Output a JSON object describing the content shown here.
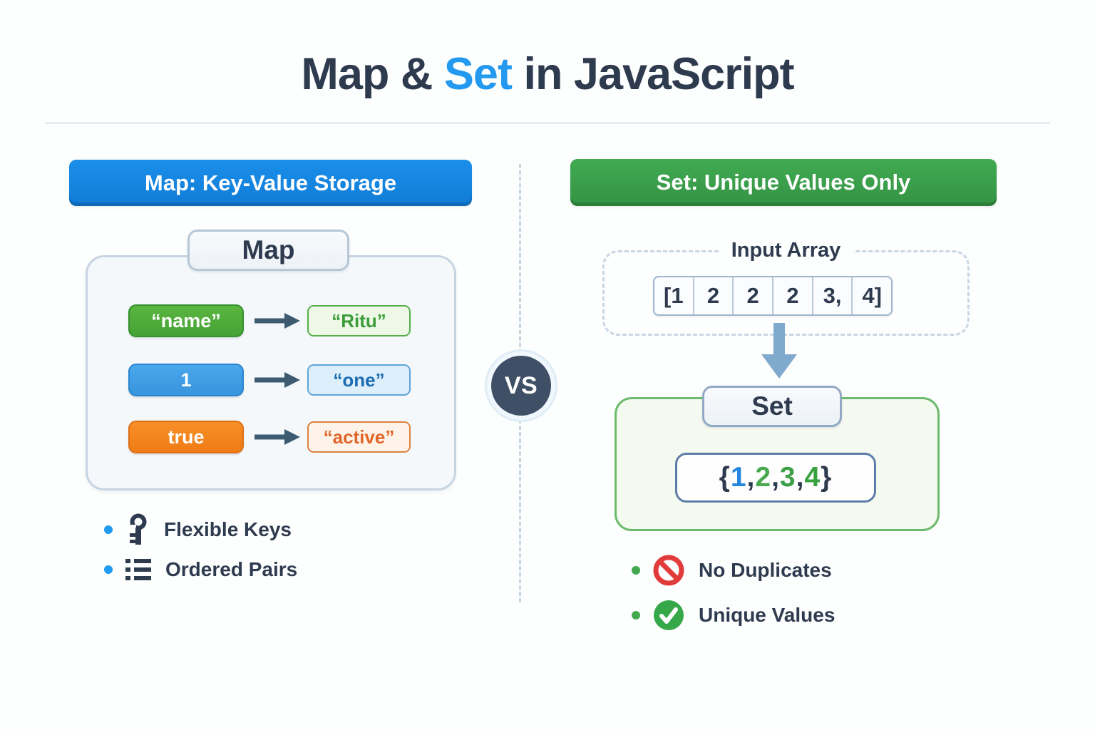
{
  "title": {
    "part1": "Map & ",
    "part2": "Set",
    "part3": " in JavaScript"
  },
  "left": {
    "header": "Map: Key-Value Storage",
    "card_label": "Map",
    "rows": [
      {
        "key": "“name”",
        "value": "“Ritu”"
      },
      {
        "key": "1",
        "value": "“one”"
      },
      {
        "key": "true",
        "value": "“active”"
      }
    ],
    "bullets": [
      {
        "icon": "key-icon",
        "label": "Flexible Keys"
      },
      {
        "icon": "list-icon",
        "label": "Ordered Pairs"
      }
    ]
  },
  "center": {
    "vs_label": "VS"
  },
  "right": {
    "header": "Set: Unique Values Only",
    "input_label": "Input Array",
    "array_cells": [
      "[1",
      "2",
      "2",
      "2",
      "3,",
      "4]"
    ],
    "card_label": "Set",
    "set_tokens": [
      {
        "text": "{ ",
        "color": "#2e3a4e"
      },
      {
        "text": "1",
        "color": "#2585e0"
      },
      {
        "text": ", ",
        "color": "#2e3a4e"
      },
      {
        "text": "2",
        "color": "#4aa94f"
      },
      {
        "text": ", ",
        "color": "#2e3a4e"
      },
      {
        "text": "3",
        "color": "#3f9e4a"
      },
      {
        "text": ", ",
        "color": "#2e3a4e"
      },
      {
        "text": "4",
        "color": "#36a33c"
      },
      {
        "text": " }",
        "color": "#2e3a4e"
      }
    ],
    "bullets": [
      {
        "icon": "no-duplicates-icon",
        "label": "No Duplicates"
      },
      {
        "icon": "check-icon",
        "label": "Unique Values"
      }
    ]
  },
  "colors": {
    "title_navy": "#2e3a4e",
    "title_accent_blue": "#2499f0",
    "map_banner_blue": "#1486e4",
    "set_banner_green": "#3aa04b",
    "key_green": "#4fae3c",
    "key_blue": "#42a0e9",
    "key_orange": "#f6861d",
    "vs_circle": "#3e4f66",
    "bullet_blue": "#1f9bf0",
    "bullet_green": "#43a94e",
    "no_icon_red": "#e23b3b"
  }
}
